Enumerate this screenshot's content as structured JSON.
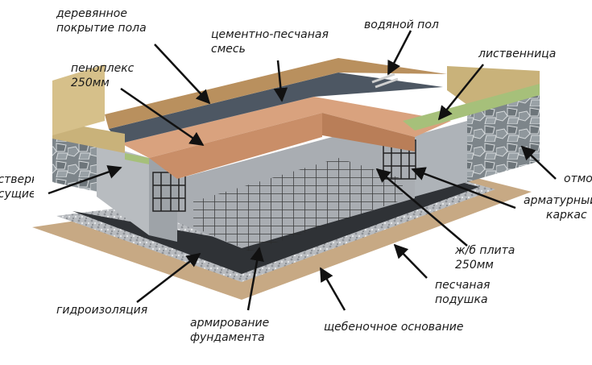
{
  "labels": {
    "wood_floor": [
      "деревянное",
      "покрытие пола"
    ],
    "cement_sand": [
      "цементно-песчаная",
      "смесь"
    ],
    "water_floor": "водяной пол",
    "penoplex": [
      "пеноплекс",
      "250мм"
    ],
    "larch": "лиственница",
    "grillage": [
      "ростверк",
      "несущие"
    ],
    "blind_area": "отмостка",
    "rebar_cage": [
      "арматурный",
      "каркас"
    ],
    "rc_slab": [
      "ж/б плита",
      "250мм"
    ],
    "sand_cushion": [
      "песчаная",
      "подушка"
    ],
    "waterproofing": "гидроизоляция",
    "foundation_reinforcement": [
      "армирование",
      "фундамента"
    ],
    "gravel_base": "щебеночное основание"
  },
  "colors": {
    "foam": "#d9a27e",
    "concrete": "#b8bcc0",
    "stone": "#7d858a",
    "wood": "#c9b27a",
    "screed": "#4d5763",
    "gravel": "#b9bcc0",
    "sand": "#c7a984",
    "rebar": "#2a2a2a"
  }
}
